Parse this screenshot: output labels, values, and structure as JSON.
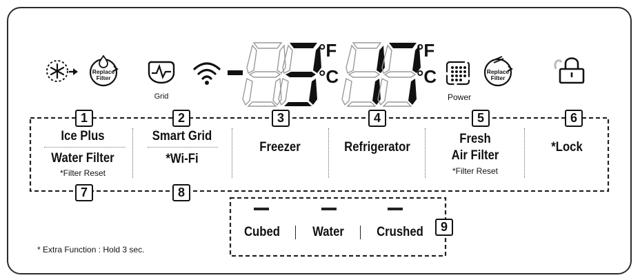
{
  "icons": {
    "replace_filter_1": "Replace\nFilter",
    "grid_label": "Grid",
    "replace_filter_2": "Replace\nFilter",
    "power_label": "Power"
  },
  "display": {
    "freezer_unit_f": "°F",
    "freezer_unit_c": "°C",
    "fridge_unit_f": "°F",
    "fridge_unit_c": "°C"
  },
  "buttons": [
    {
      "num": "1",
      "label": "Ice Plus"
    },
    {
      "num": "2",
      "label": "Smart Grid"
    },
    {
      "num": "3",
      "label": "Freezer"
    },
    {
      "num": "4",
      "label": "Refrigerator"
    },
    {
      "num": "5",
      "label_line1": "Fresh",
      "label_line2": "Air Filter",
      "sub": "*Filter Reset"
    },
    {
      "num": "6",
      "label": "*Lock"
    },
    {
      "num": "7",
      "label": "Water Filter",
      "sub": "*Filter Reset"
    },
    {
      "num": "8",
      "label": "*Wi-Fi"
    }
  ],
  "dispenser": {
    "num": "9",
    "options": [
      "Cubed",
      "Water",
      "Crushed"
    ]
  },
  "note": "* Extra Function : Hold 3 sec."
}
